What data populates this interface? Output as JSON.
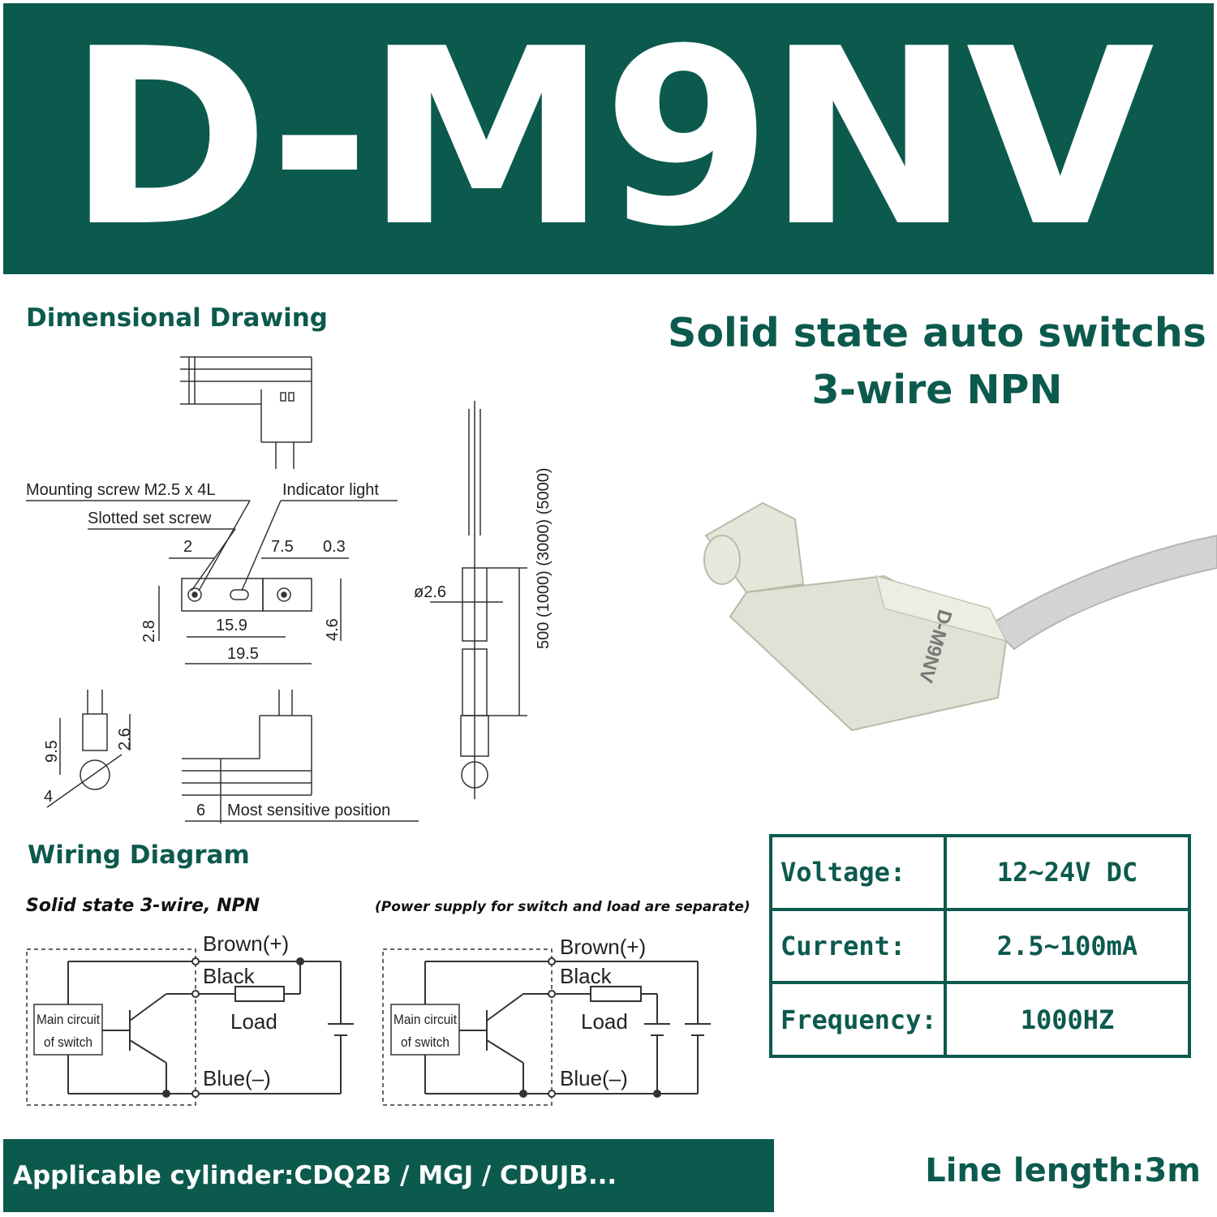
{
  "banner": {
    "title": "D-M9NV"
  },
  "headline": {
    "line1": "Solid state auto switchs",
    "line2": "3-wire NPN"
  },
  "dimensional": {
    "title": "Dimensional Drawing",
    "labels": {
      "mounting_screw": "Mounting screw M2.5 x 4L",
      "indicator_light": "Indicator light",
      "slotted_set_screw": "Slotted set screw",
      "d2": "2",
      "d7_5": "7.5",
      "d0_3": "0.3",
      "d2_8": "2.8",
      "d15_9": "15.9",
      "d4_6": "4.6",
      "d19_5": "19.5",
      "d9_5": "9.5",
      "d2_6": "2.6",
      "d4": "4",
      "d6": "6",
      "most_sensitive": "Most sensitive position",
      "phi2_6": "ø2.6",
      "cable_length": "500 (1000) (3000) (5000)"
    }
  },
  "product": {
    "marking": "D-M9NV"
  },
  "specs": [
    {
      "label": "Voltage:",
      "value": "12~24V DC"
    },
    {
      "label": "Current:",
      "value": "2.5~100mA"
    },
    {
      "label": "Frequency:",
      "value": "1000HZ"
    }
  ],
  "wiring": {
    "title": "Wiring Diagram",
    "subtitle": "Solid state 3-wire, NPN",
    "note": "(Power supply for switch and load are separate)",
    "brown": "Brown(+)",
    "black": "Black",
    "load": "Load",
    "blue": "Blue(–)",
    "main_circuit_1": "Main circuit",
    "main_circuit_2": "of switch"
  },
  "footer": {
    "applicable": "Applicable cylinder:CDQ2B / MGJ / CDUJB...",
    "line_length": "Line length:3m"
  },
  "colors": {
    "brand": "#0c5a4e",
    "device": "#dfe2d4",
    "cable": "#cfcfcf"
  }
}
